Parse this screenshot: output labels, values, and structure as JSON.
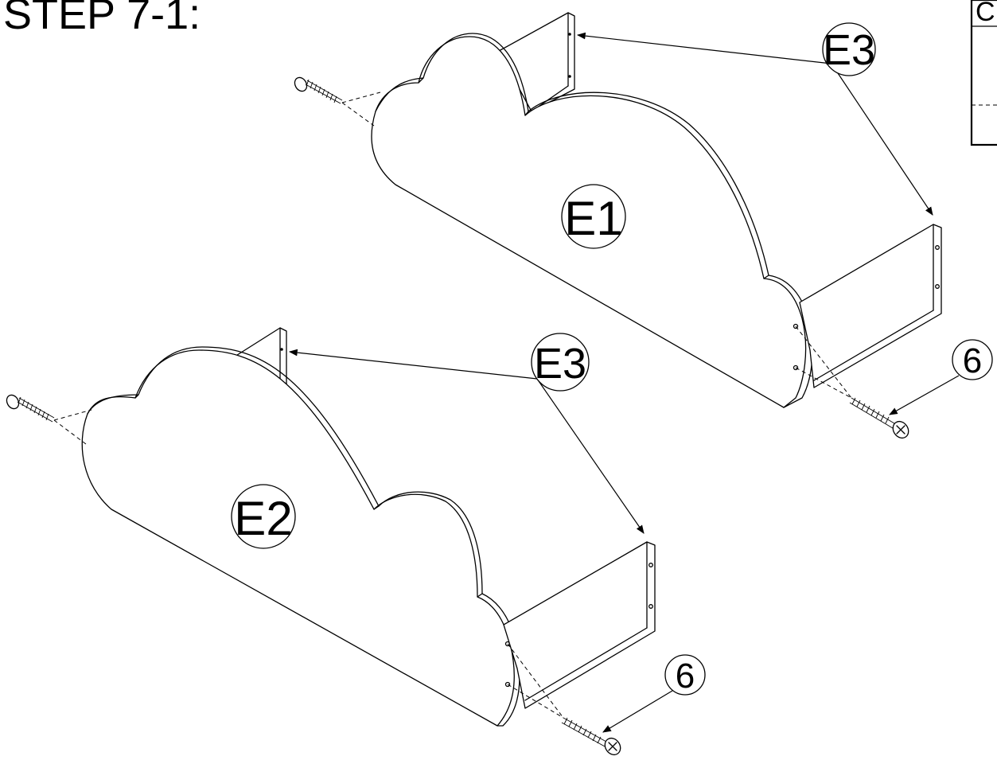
{
  "step_title": "STEP 7-1:",
  "parts": {
    "panel_top": "E1",
    "panel_bottom": "E2",
    "board_top": "E3",
    "board_bottom": "E3",
    "screw_top": "6",
    "screw_bottom": "6"
  },
  "side_box_fragment": "C"
}
